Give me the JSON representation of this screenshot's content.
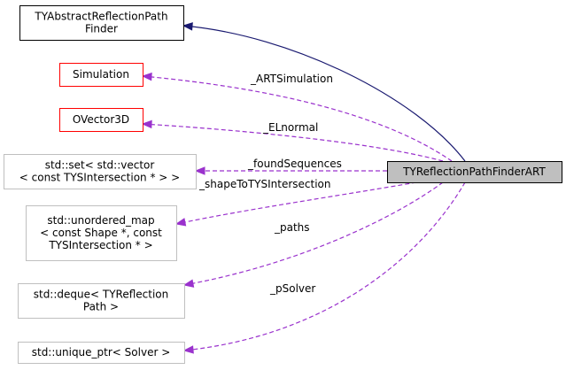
{
  "diagram": {
    "nodes": [
      {
        "id": "abstract_finder",
        "lines": [
          "TYAbstractReflectionPath",
          "Finder"
        ],
        "style": "solid",
        "border_color": "#000000",
        "fill": "#ffffff"
      },
      {
        "id": "simulation",
        "lines": [
          "Simulation"
        ],
        "style": "solid",
        "border_color": "#ff0000",
        "fill": "#ffffff"
      },
      {
        "id": "ovector3d",
        "lines": [
          "OVector3D"
        ],
        "style": "solid",
        "border_color": "#ff0000",
        "fill": "#ffffff"
      },
      {
        "id": "std_set",
        "lines": [
          "std::set< std::vector",
          "< const TYSIntersection * > >"
        ],
        "style": "solid",
        "border_color": "#bfbfbf",
        "fill": "#ffffff"
      },
      {
        "id": "std_unordered_map",
        "lines": [
          "std::unordered_map",
          "< const Shape *, const",
          "TYSIntersection * >"
        ],
        "style": "solid",
        "border_color": "#bfbfbf",
        "fill": "#ffffff"
      },
      {
        "id": "std_deque",
        "lines": [
          "std::deque< TYReflection",
          "Path >"
        ],
        "style": "solid",
        "border_color": "#bfbfbf",
        "fill": "#ffffff"
      },
      {
        "id": "std_unique_ptr",
        "lines": [
          "std::unique_ptr< Solver >"
        ],
        "style": "solid",
        "border_color": "#bfbfbf",
        "fill": "#ffffff"
      },
      {
        "id": "finder_art",
        "lines": [
          "TYReflectionPathFinderART"
        ],
        "style": "solid",
        "border_color": "#000000",
        "fill": "#bfbfbf"
      }
    ],
    "edges": [
      {
        "id": "inherit",
        "from": "finder_art",
        "to": "abstract_finder",
        "kind": "inheritance",
        "color": "#191970",
        "label": ""
      },
      {
        "id": "e_art_sim",
        "from": "finder_art",
        "to": "simulation",
        "kind": "usage",
        "color": "#9a32cd",
        "label": "_ARTSimulation"
      },
      {
        "id": "e_el_normal",
        "from": "finder_art",
        "to": "ovector3d",
        "kind": "usage",
        "color": "#9a32cd",
        "label": "_ELnormal"
      },
      {
        "id": "e_found_seq",
        "from": "finder_art",
        "to": "std_set",
        "kind": "usage",
        "color": "#9a32cd",
        "label": "_foundSequences"
      },
      {
        "id": "e_shape_to_tys",
        "from": "finder_art",
        "to": "std_unordered_map",
        "kind": "usage",
        "color": "#9a32cd",
        "label": "_shapeToTYSIntersection"
      },
      {
        "id": "e_paths",
        "from": "finder_art",
        "to": "std_deque",
        "kind": "usage",
        "color": "#9a32cd",
        "label": "_paths"
      },
      {
        "id": "e_psolver",
        "from": "finder_art",
        "to": "std_unique_ptr",
        "kind": "usage",
        "color": "#9a32cd",
        "label": "_pSolver"
      }
    ]
  }
}
